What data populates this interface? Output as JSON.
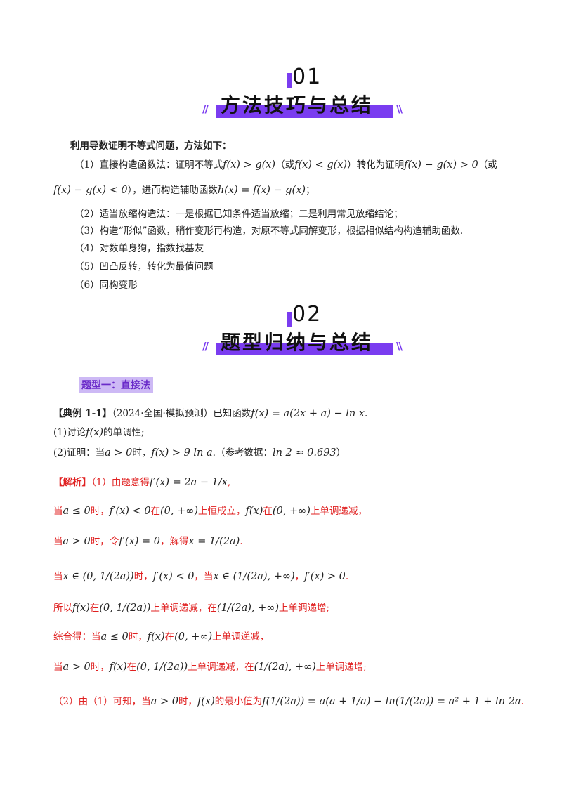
{
  "section1": {
    "number": "01",
    "title": "方法技巧与总结",
    "left_deco": "//",
    "right_deco": "\\\\"
  },
  "methods": {
    "intro": "利用导数证明不等式问题，方法如下：",
    "item1_a": "（1）直接构造函数法：证明不等式",
    "item1_m1": "f(x) > g(x)",
    "item1_b": "（或",
    "item1_m2": "f(x) < g(x)",
    "item1_c": "）转化为证明",
    "item1_m3": "f(x) − g(x) > 0",
    "item1_d": "（或",
    "item1_m4": "f(x) − g(x) < 0",
    "item1_e": "），进而构造辅助函数",
    "item1_m5": "h(x) = f(x) − g(x)",
    "item1_f": "；",
    "item2": "（2）适当放缩构造法：一是根据已知条件适当放缩；二是利用常见放缩结论；",
    "item3": "（3）构造“形似”函数，稍作变形再构造，对原不等式同解变形，根据相似结构构造辅助函数.",
    "item4": "（4）对数单身狗，指数找基友",
    "item5": "（5）凹凸反转，转化为最值问题",
    "item6": "（6）同构变形"
  },
  "section2": {
    "number": "02",
    "title": "题型归纳与总结",
    "left_deco": "//",
    "right_deco": "\\\\"
  },
  "type1": {
    "label": "题型一：直接法"
  },
  "example": {
    "tag": "【典例 1-1】",
    "source": "（2024·全国·模拟预测）已知函数",
    "func": "f(x) = a(2x + a) − ln x",
    "end": ".",
    "q1_a": "(1)讨论",
    "q1_m": "f(x)",
    "q1_b": "的单调性;",
    "q2_a": "(2)证明：当",
    "q2_m1": "a > 0",
    "q2_b": "时，",
    "q2_m2": "f(x) > 9 ln a",
    "q2_c": ".（参考数据：",
    "q2_m3": "ln 2 ≈ 0.693",
    "q2_d": "）"
  },
  "solution": {
    "tag": "【解析】",
    "l1_a": "（1）由题意得",
    "l1_m": "f′(x) = 2a − 1/x",
    "l1_b": ",",
    "l2_a": "当",
    "l2_m1": "a ≤ 0",
    "l2_b": "时，",
    "l2_m2": "f′(x) < 0",
    "l2_c": "在",
    "l2_m3": "(0, +∞)",
    "l2_d": "上恒成立，",
    "l2_m4": "f(x)",
    "l2_e": "在",
    "l2_m5": "(0, +∞)",
    "l2_f": "上单调递减，",
    "l3_a": "当",
    "l3_m1": "a > 0",
    "l3_b": "时，令",
    "l3_m2": "f′(x) = 0",
    "l3_c": "，解得",
    "l3_m3": "x = 1/(2a)",
    "l3_d": ".",
    "l4_a": "当",
    "l4_m1": "x ∈ (0, 1/(2a))",
    "l4_b": "时，",
    "l4_m2": "f′(x) < 0",
    "l4_c": "，当",
    "l4_m3": "x ∈ (1/(2a), +∞)",
    "l4_d": "，",
    "l4_m4": "f′(x) > 0",
    "l4_e": ".",
    "l5_a": "所以",
    "l5_m1": "f(x)",
    "l5_b": "在",
    "l5_m2": "(0, 1/(2a))",
    "l5_c": "上单调递减，在",
    "l5_m3": "(1/(2a), +∞)",
    "l5_d": "上单调递增;",
    "l6_a": "综合得：当",
    "l6_m1": "a ≤ 0",
    "l6_b": "时，",
    "l6_m2": "f(x)",
    "l6_c": "在",
    "l6_m3": "(0, +∞)",
    "l6_d": "上单调递减，",
    "l7_a": "当",
    "l7_m1": "a > 0",
    "l7_b": "时，",
    "l7_m2": "f(x)",
    "l7_c": "在",
    "l7_m3": "(0, 1/(2a))",
    "l7_d": "上单调递减，在",
    "l7_m4": "(1/(2a), +∞)",
    "l7_e": "上单调递增;",
    "l8_a": "（2）由（1）可知，当",
    "l8_m1": "a > 0",
    "l8_b": "时，",
    "l8_m2": "f(x)",
    "l8_c": "的最小值为",
    "l8_m3": "f(1/(2a)) = a(a + 1/a) − ln(1/(2a)) = a² + 1 + ln 2a",
    "l8_d": "."
  }
}
